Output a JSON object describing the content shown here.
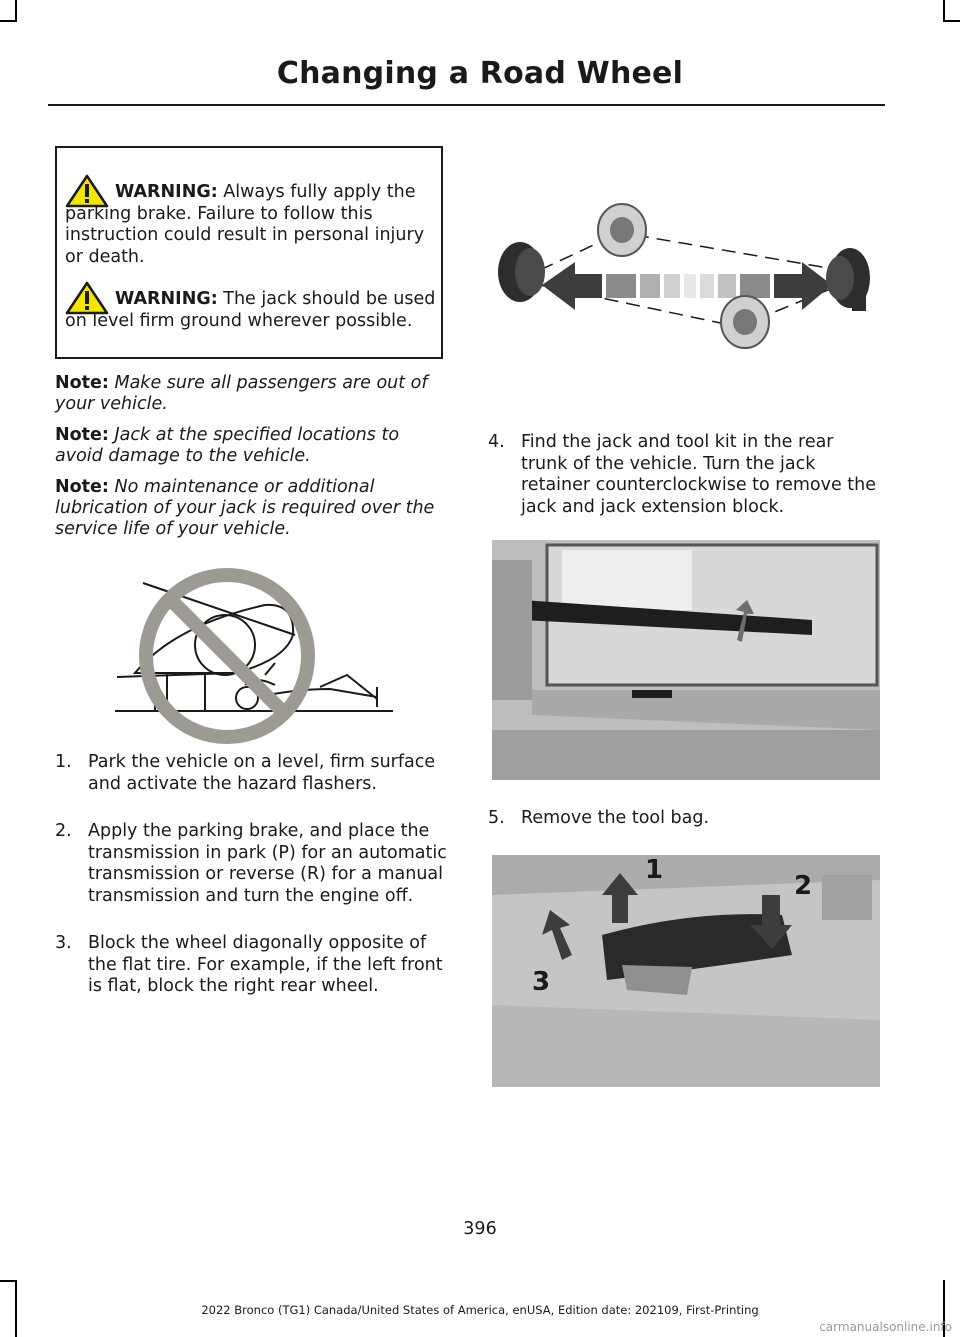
{
  "header": {
    "title": "Changing a Road Wheel"
  },
  "warnings": [
    {
      "label": "WARNING:",
      "text": "Always fully apply the parking brake. Failure to follow this instruction could result in personal injury or death."
    },
    {
      "label": "WARNING:",
      "text": "The jack should be used on level firm ground wherever possible."
    }
  ],
  "notes": [
    {
      "label": "Note:",
      "text": "Make sure all passengers are out of your vehicle."
    },
    {
      "label": "Note:",
      "text": "Jack at the specified locations to avoid damage to the vehicle."
    },
    {
      "label": "Note:",
      "text": "No maintenance or additional lubrication of your jack is required over the service life of your vehicle."
    }
  ],
  "steps": [
    {
      "num": "1.",
      "text": "Park the vehicle on a level, firm surface and activate the hazard flashers."
    },
    {
      "num": "2.",
      "text": "Apply the parking brake, and place the transmission in park (P) for an automatic transmission or reverse (R) for a manual transmission and turn the engine off."
    },
    {
      "num": "3.",
      "text": "Block the wheel diagonally opposite of the flat tire. For example, if the left front is flat, block the right rear wheel."
    },
    {
      "num": "4.",
      "text": "Find the jack and tool kit in the rear trunk of the vehicle. Turn the jack retainer counterclockwise to remove the jack and jack extension block."
    },
    {
      "num": "5.",
      "text": "Remove the tool bag."
    }
  ],
  "figure_callouts": [
    "1",
    "2",
    "3"
  ],
  "page_number": "396",
  "footer": "2022 Bronco (TG1) Canada/United States of America, enUSA, Edition date: 202109, First-Printing",
  "watermark": "carmanualsonline.info",
  "colors": {
    "prohibition": "#9c9a92",
    "arrow": "#3d3d3d",
    "text": "#1a1a1a"
  }
}
